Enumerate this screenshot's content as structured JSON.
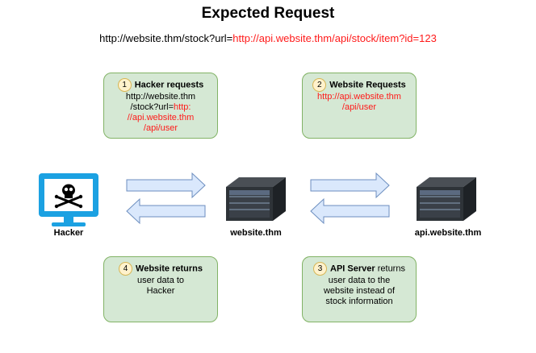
{
  "title": "Expected Request",
  "url_line": {
    "prefix": "http://website.thm/stock?url=",
    "highlight": "http://api.website.thm/api/stock/item?id=123"
  },
  "step1": {
    "number": "1",
    "head": "Hacker requests",
    "line1": "http://website.thm",
    "line2_prefix": "/stock?url=",
    "line2_red": "http:",
    "line3_red": "//api.website.thm",
    "line4_red": "/api/user"
  },
  "step2": {
    "number": "2",
    "head": "Website Requests",
    "line1_red": "http://api.website.thm",
    "line2_red": "/api/user"
  },
  "step3": {
    "number": "3",
    "head": "API Server",
    "head_rest": " returns",
    "line1": "user data to the",
    "line2": "website instead of",
    "line3": "stock information"
  },
  "step4": {
    "number": "4",
    "head": "Website returns",
    "line1": "user data to",
    "line2": "Hacker"
  },
  "nodes": {
    "hacker": "Hacker",
    "website": "website.thm",
    "api": "api.website.thm"
  },
  "icons": {
    "hacker": "monitor-skull-icon",
    "website": "server-icon",
    "api": "server-icon"
  },
  "colors": {
    "box_fill": "#d5e8d4",
    "box_border": "#82b366",
    "arrow_fill": "#dae8fc",
    "arrow_border": "#6c8ebf",
    "highlight": "#ff1a1a",
    "monitor": "#1ba1e2"
  }
}
